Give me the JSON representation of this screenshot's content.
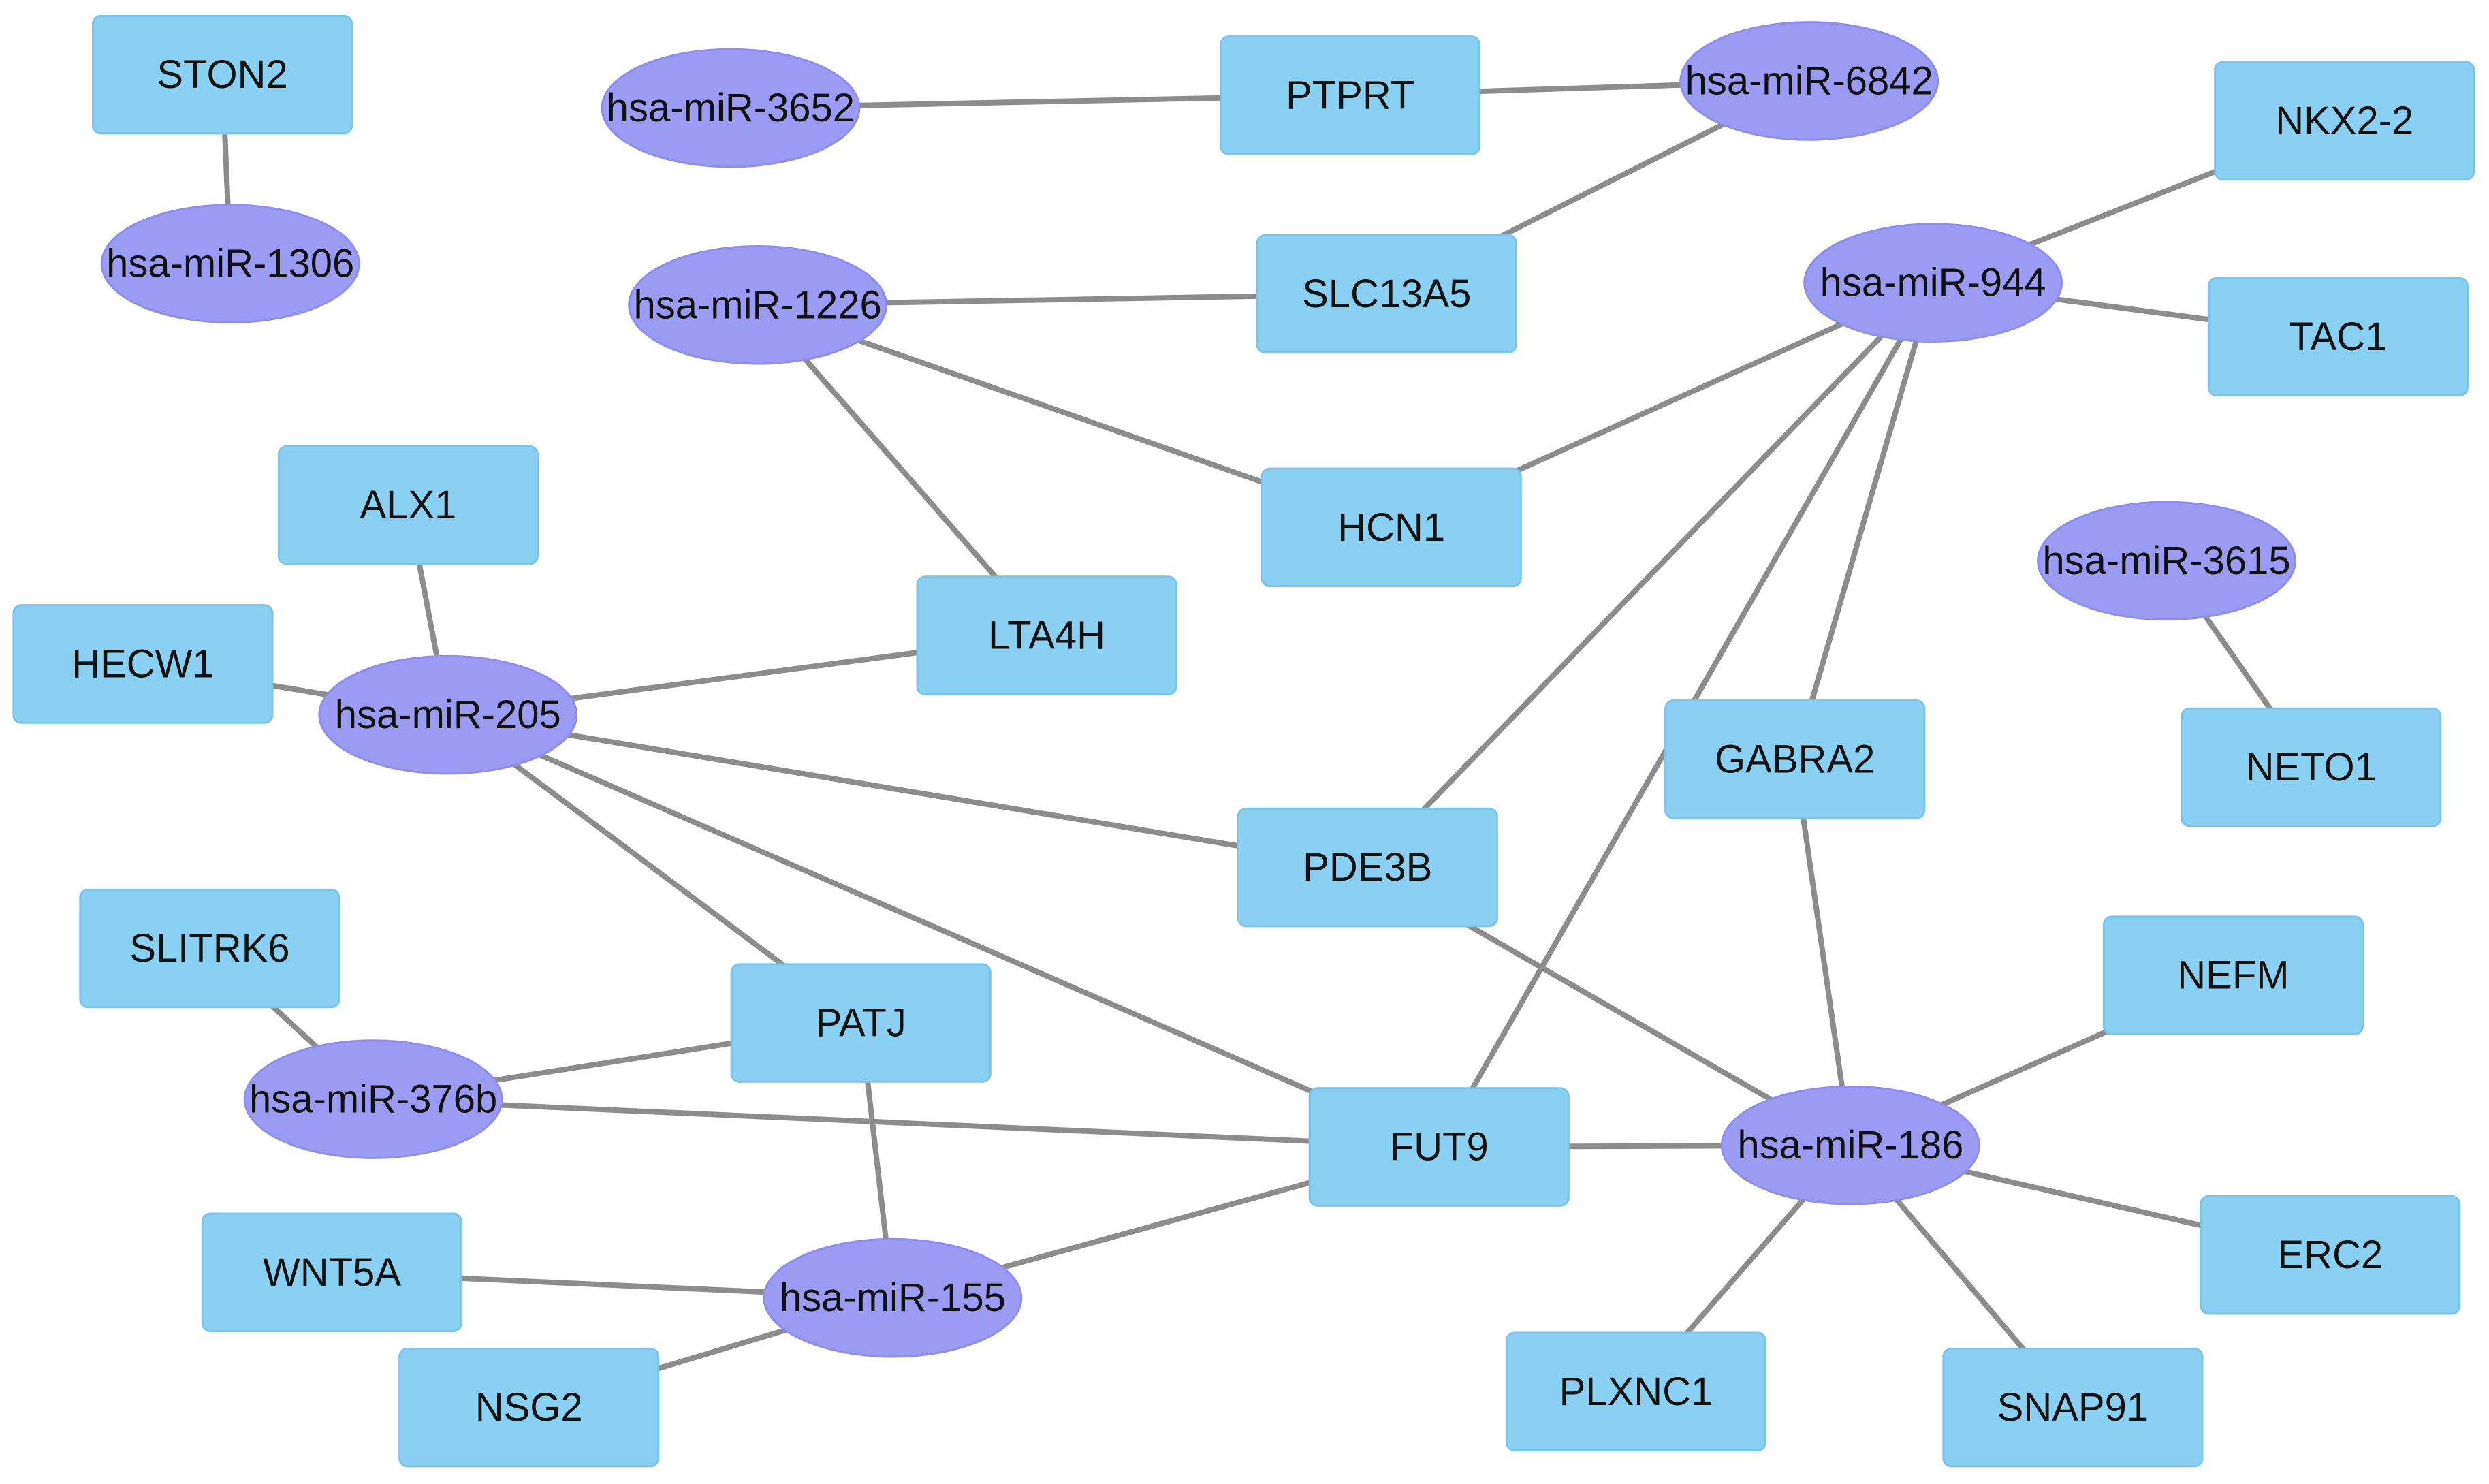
{
  "network": {
    "node_colors": {
      "gene": "#8ad0f2",
      "mirna": "#9b9bf4",
      "edge": "#8c8c8c"
    },
    "genes": [
      {
        "id": "STON2",
        "label": "STON2"
      },
      {
        "id": "PTPRT",
        "label": "PTPRT"
      },
      {
        "id": "NKX2-2",
        "label": "NKX2-2"
      },
      {
        "id": "SLC13A5",
        "label": "SLC13A5"
      },
      {
        "id": "TAC1",
        "label": "TAC1"
      },
      {
        "id": "ALX1",
        "label": "ALX1"
      },
      {
        "id": "HCN1",
        "label": "HCN1"
      },
      {
        "id": "LTA4H",
        "label": "LTA4H"
      },
      {
        "id": "HECW1",
        "label": "HECW1"
      },
      {
        "id": "GABRA2",
        "label": "GABRA2"
      },
      {
        "id": "NETO1",
        "label": "NETO1"
      },
      {
        "id": "PDE3B",
        "label": "PDE3B"
      },
      {
        "id": "SLITRK6",
        "label": "SLITRK6"
      },
      {
        "id": "NEFM",
        "label": "NEFM"
      },
      {
        "id": "PATJ",
        "label": "PATJ"
      },
      {
        "id": "FUT9",
        "label": "FUT9"
      },
      {
        "id": "WNT5A",
        "label": "WNT5A"
      },
      {
        "id": "ERC2",
        "label": "ERC2"
      },
      {
        "id": "NSG2",
        "label": "NSG2"
      },
      {
        "id": "PLXNC1",
        "label": "PLXNC1"
      },
      {
        "id": "SNAP91",
        "label": "SNAP91"
      }
    ],
    "mirnas": [
      {
        "id": "hsa-miR-1306",
        "label": "hsa-miR-1306"
      },
      {
        "id": "hsa-miR-3652",
        "label": "hsa-miR-3652"
      },
      {
        "id": "hsa-miR-6842",
        "label": "hsa-miR-6842"
      },
      {
        "id": "hsa-miR-1226",
        "label": "hsa-miR-1226"
      },
      {
        "id": "hsa-miR-944",
        "label": "hsa-miR-944"
      },
      {
        "id": "hsa-miR-3615",
        "label": "hsa-miR-3615"
      },
      {
        "id": "hsa-miR-205",
        "label": "hsa-miR-205"
      },
      {
        "id": "hsa-miR-376b",
        "label": "hsa-miR-376b"
      },
      {
        "id": "hsa-miR-186",
        "label": "hsa-miR-186"
      },
      {
        "id": "hsa-miR-155",
        "label": "hsa-miR-155"
      }
    ],
    "edges": [
      [
        "STON2",
        "hsa-miR-1306"
      ],
      [
        "hsa-miR-3652",
        "PTPRT"
      ],
      [
        "PTPRT",
        "hsa-miR-6842"
      ],
      [
        "hsa-miR-6842",
        "SLC13A5"
      ],
      [
        "hsa-miR-1226",
        "SLC13A5"
      ],
      [
        "hsa-miR-1226",
        "HCN1"
      ],
      [
        "hsa-miR-1226",
        "LTA4H"
      ],
      [
        "hsa-miR-944",
        "NKX2-2"
      ],
      [
        "hsa-miR-944",
        "TAC1"
      ],
      [
        "hsa-miR-944",
        "HCN1"
      ],
      [
        "hsa-miR-944",
        "PDE3B"
      ],
      [
        "hsa-miR-944",
        "FUT9"
      ],
      [
        "hsa-miR-944",
        "GABRA2"
      ],
      [
        "hsa-miR-3615",
        "NETO1"
      ],
      [
        "hsa-miR-205",
        "ALX1"
      ],
      [
        "hsa-miR-205",
        "HECW1"
      ],
      [
        "hsa-miR-205",
        "LTA4H"
      ],
      [
        "hsa-miR-205",
        "PDE3B"
      ],
      [
        "hsa-miR-205",
        "PATJ"
      ],
      [
        "hsa-miR-205",
        "FUT9"
      ],
      [
        "hsa-miR-376b",
        "SLITRK6"
      ],
      [
        "hsa-miR-376b",
        "PATJ"
      ],
      [
        "hsa-miR-376b",
        "FUT9"
      ],
      [
        "hsa-miR-186",
        "PDE3B"
      ],
      [
        "hsa-miR-186",
        "GABRA2"
      ],
      [
        "hsa-miR-186",
        "NEFM"
      ],
      [
        "hsa-miR-186",
        "FUT9"
      ],
      [
        "hsa-miR-186",
        "ERC2"
      ],
      [
        "hsa-miR-186",
        "PLXNC1"
      ],
      [
        "hsa-miR-186",
        "SNAP91"
      ],
      [
        "hsa-miR-155",
        "PATJ"
      ],
      [
        "hsa-miR-155",
        "FUT9"
      ],
      [
        "hsa-miR-155",
        "WNT5A"
      ],
      [
        "hsa-miR-155",
        "NSG2"
      ]
    ]
  }
}
